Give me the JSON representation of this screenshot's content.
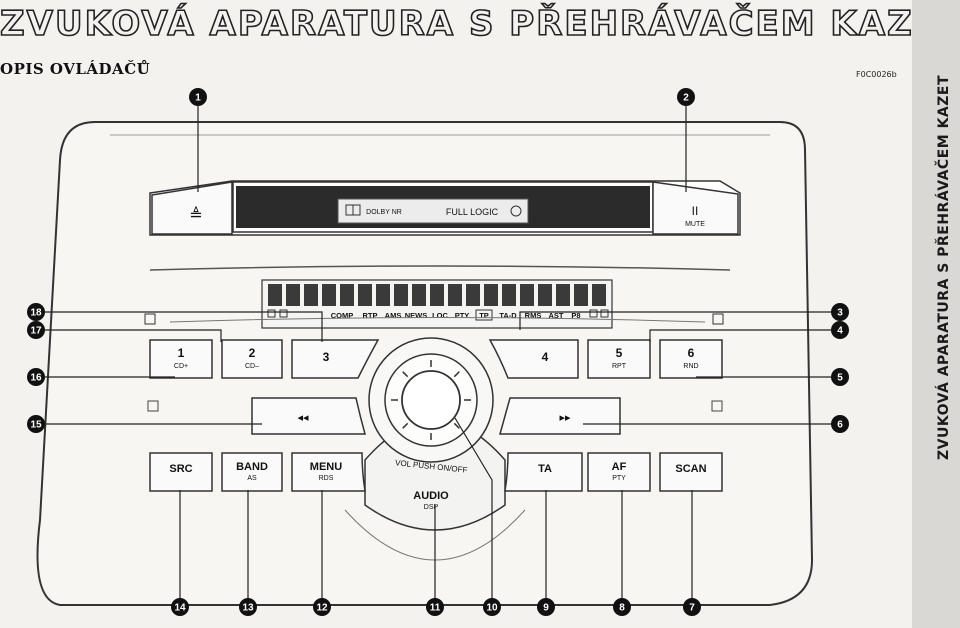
{
  "header": {
    "title": "ZVUKOVÁ APARATURA S PŘEHRÁVAČEM KAZET",
    "subtitle": "OPIS OVLÁDAČŮ",
    "figure_code": "F0C0026b"
  },
  "sidebar": {
    "text": "ZVUKOVÁ APARATURA S PŘEHRÁVAČEM KAZET"
  },
  "radio": {
    "eject_symbol": "≜",
    "pause_symbol": "II",
    "mute_label": "MUTE",
    "slot_dolby": "DOLBY NR",
    "slot_logic": "FULL LOGIC",
    "display_indicators": [
      "COMP",
      "RTP",
      "AMS",
      "NEWS",
      "LOC",
      "PTY",
      "TP",
      "TA-D",
      "RMS",
      "AST",
      "P8"
    ],
    "preset_buttons": [
      {
        "label": "1",
        "sub": "CD+"
      },
      {
        "label": "2",
        "sub": "CD–"
      },
      {
        "label": "3",
        "sub": ""
      },
      {
        "label": "4",
        "sub": ""
      },
      {
        "label": "5",
        "sub": "RPT"
      },
      {
        "label": "6",
        "sub": "RND"
      }
    ],
    "rewind_symbol": "◂◂",
    "forward_symbol": "▸▸",
    "vol_label": "VOL PUSH ON/OFF",
    "audio_label": "AUDIO",
    "audio_sub": "DSP",
    "bottom_buttons": [
      {
        "label": "SRC",
        "sub": ""
      },
      {
        "label": "BAND",
        "sub": "AS"
      },
      {
        "label": "MENU",
        "sub": "RDS"
      },
      {
        "label": "TA",
        "sub": ""
      },
      {
        "label": "AF",
        "sub": "PTY"
      },
      {
        "label": "SCAN",
        "sub": ""
      }
    ]
  },
  "callouts": [
    "1",
    "2",
    "3",
    "4",
    "5",
    "6",
    "7",
    "8",
    "9",
    "10",
    "11",
    "12",
    "13",
    "14",
    "15",
    "16",
    "17",
    "18"
  ]
}
